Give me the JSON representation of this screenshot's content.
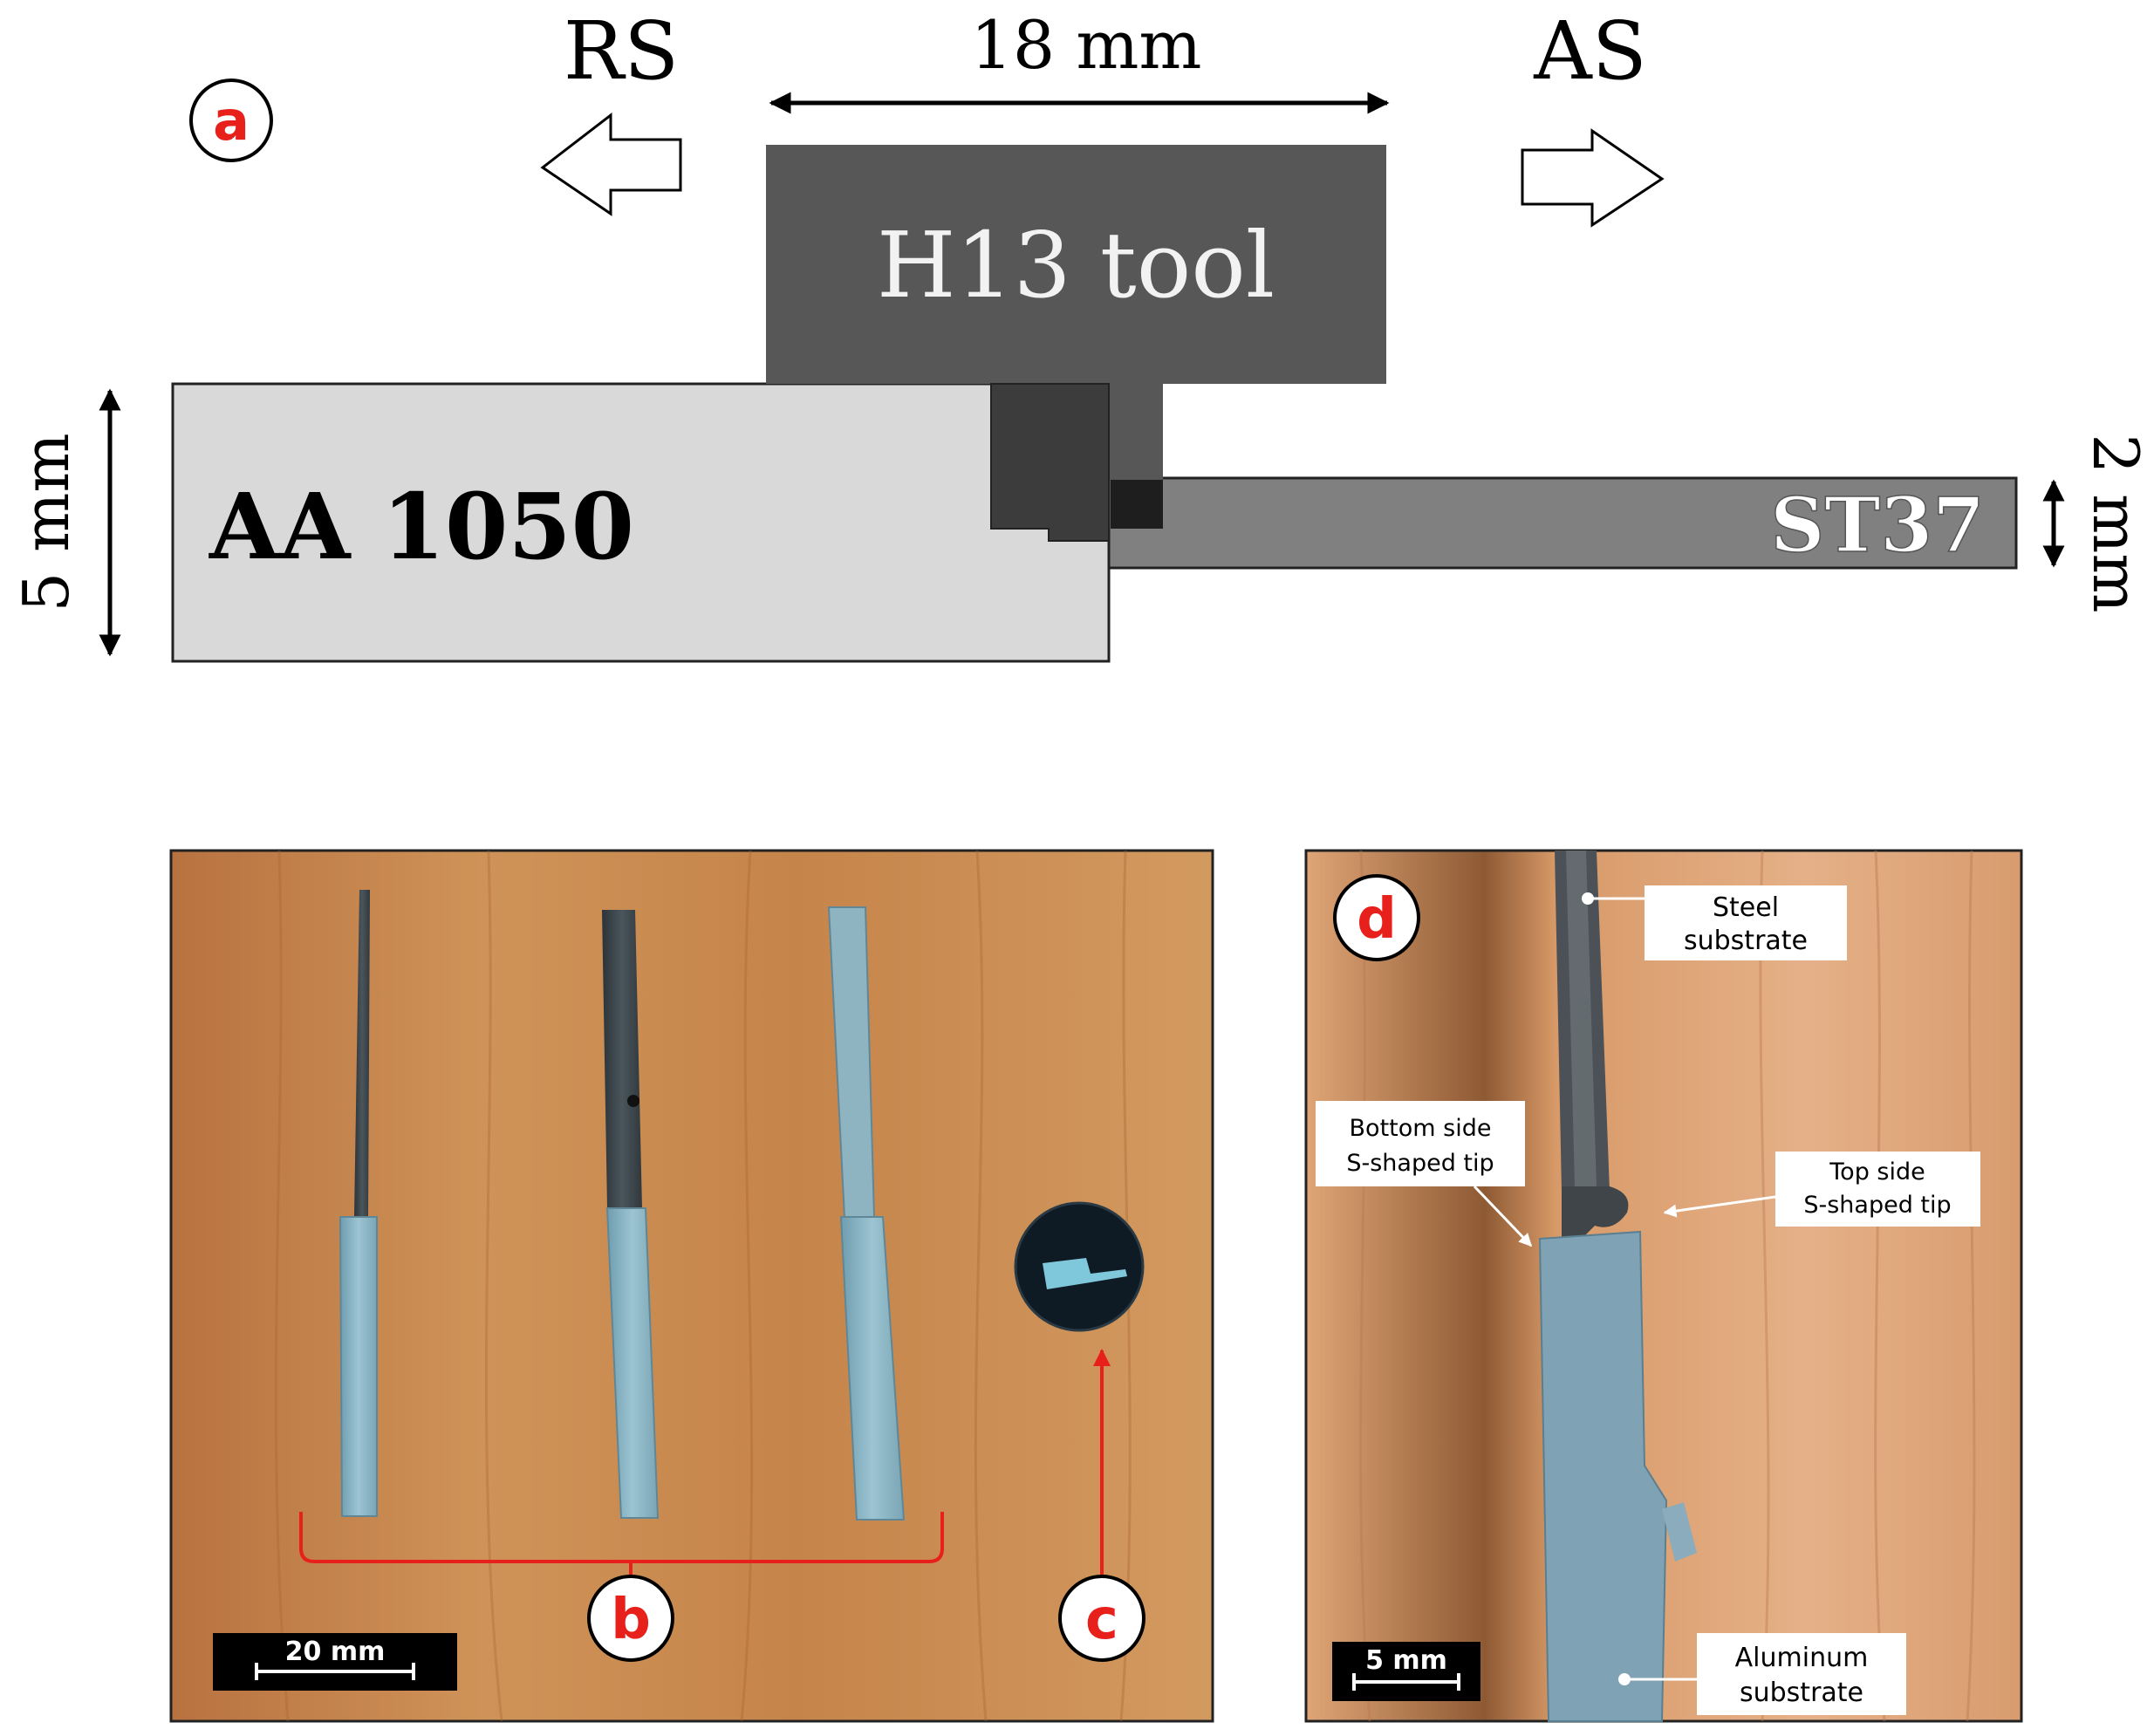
{
  "panel_a": {
    "label": "a",
    "rs_label": "RS",
    "as_label": "AS",
    "tool_width_label": "18 mm",
    "tool_label": "H13 tool",
    "aluminum_label": "AA 1050",
    "steel_label": "ST37",
    "thickness_al_label": "5 mm",
    "thickness_st_label": "2 mm"
  },
  "panel_photo_left": {
    "label_b": "b",
    "label_c": "c",
    "scale_bar": "20 mm"
  },
  "panel_photo_right": {
    "label_d": "d",
    "scale_bar": "5 mm",
    "callouts": {
      "steel_line1": "Steel",
      "steel_line2": "substrate",
      "bottom_line1": "Bottom side",
      "bottom_line2": "S-shaped tip",
      "top_line1": "Top side",
      "top_line2": "S-shaped tip",
      "al_line1": "Aluminum",
      "al_line2": "substrate"
    }
  },
  "colors": {
    "label_red": "#e8201c",
    "tool_gray": "#575757",
    "aluminum_fill": "#d9d9d9",
    "steel_fill": "#808080",
    "wood": "#c98a52"
  }
}
